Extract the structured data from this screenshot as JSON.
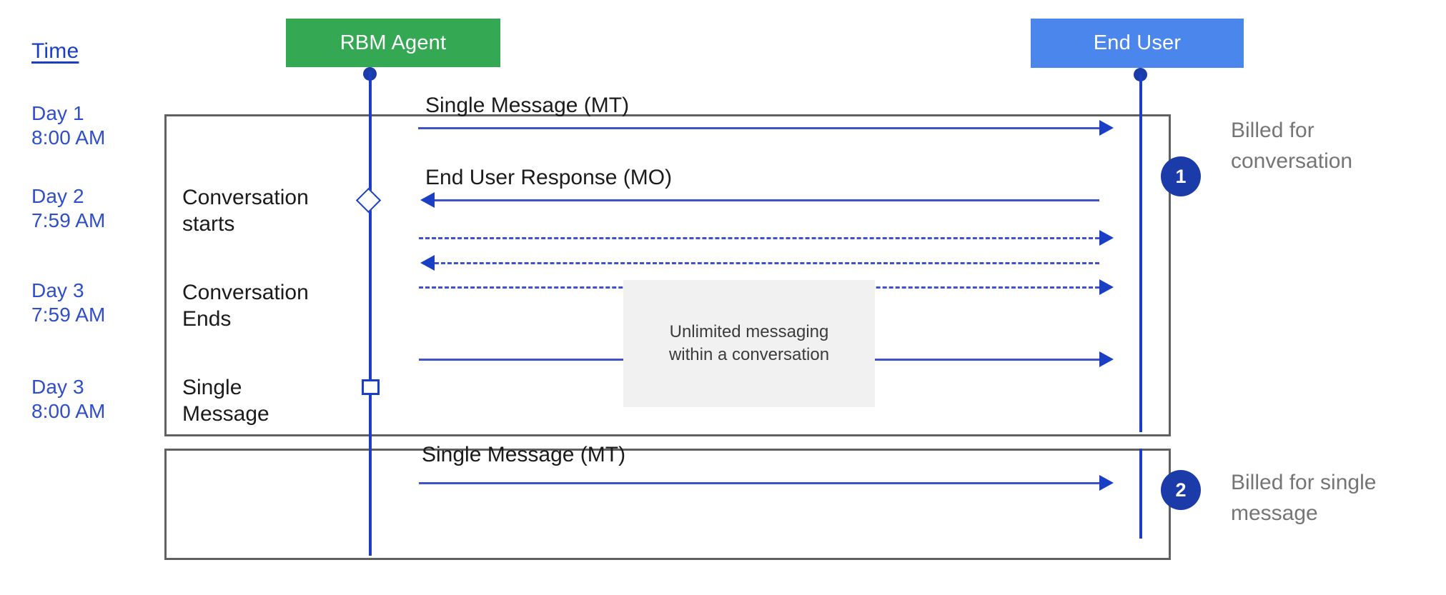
{
  "diagram": {
    "time_column": {
      "header": "Time",
      "entries": [
        {
          "name": "day1-8am",
          "text": "Day 1\n8:00 AM"
        },
        {
          "name": "day2-759am",
          "text": "Day 2\n7:59 AM"
        },
        {
          "name": "day3-759am",
          "text": "Day 3\n7:59 AM"
        },
        {
          "name": "day3-8am",
          "text": "Day 3\n8:00 AM"
        }
      ]
    },
    "actors": [
      {
        "name": "rbm-agent",
        "label": "RBM Agent",
        "color": "#34a853"
      },
      {
        "name": "end-user",
        "label": "End User",
        "color": "#4a86ec"
      }
    ],
    "phases": [
      {
        "name": "conversation-starts",
        "text": "Conversation\nstarts"
      },
      {
        "name": "conversation-ends",
        "text": "Conversation\nEnds"
      },
      {
        "name": "single-message",
        "text": "Single\nMessage"
      }
    ],
    "messages": [
      {
        "name": "single-message-mt-top",
        "label": "Single Message (MT)",
        "direction": "agent-to-user",
        "style": "solid"
      },
      {
        "name": "end-user-response-mo",
        "label": "End User Response (MO)",
        "direction": "user-to-agent",
        "style": "solid"
      },
      {
        "name": "unlimited-mt-1",
        "label": "",
        "direction": "agent-to-user",
        "style": "dashed"
      },
      {
        "name": "unlimited-mo-1",
        "label": "",
        "direction": "user-to-agent",
        "style": "dashed"
      },
      {
        "name": "unlimited-mt-2",
        "label": "",
        "direction": "agent-to-user",
        "style": "dashed"
      },
      {
        "name": "last-mt-in-conversation",
        "label": "",
        "direction": "agent-to-user",
        "style": "solid"
      },
      {
        "name": "single-message-mt-bottom",
        "label": "Single Message (MT)",
        "direction": "agent-to-user",
        "style": "solid"
      }
    ],
    "note": {
      "text": "Unlimited messaging\nwithin a conversation",
      "background": "#f1f1f1"
    },
    "billing": [
      {
        "name": "billing-1",
        "badge": "1",
        "text": "Billed for\nconversation"
      },
      {
        "name": "billing-2",
        "badge": "2",
        "text": "Billed for single\nmessage"
      }
    ],
    "colors": {
      "agent_green": "#34a853",
      "user_blue": "#4a86ec",
      "line_blue": "#3f51cf",
      "badge_navy": "#1a3ba8",
      "time_text": "#2f4ecb",
      "group_border": "#616161",
      "billing_text": "#757575"
    }
  }
}
